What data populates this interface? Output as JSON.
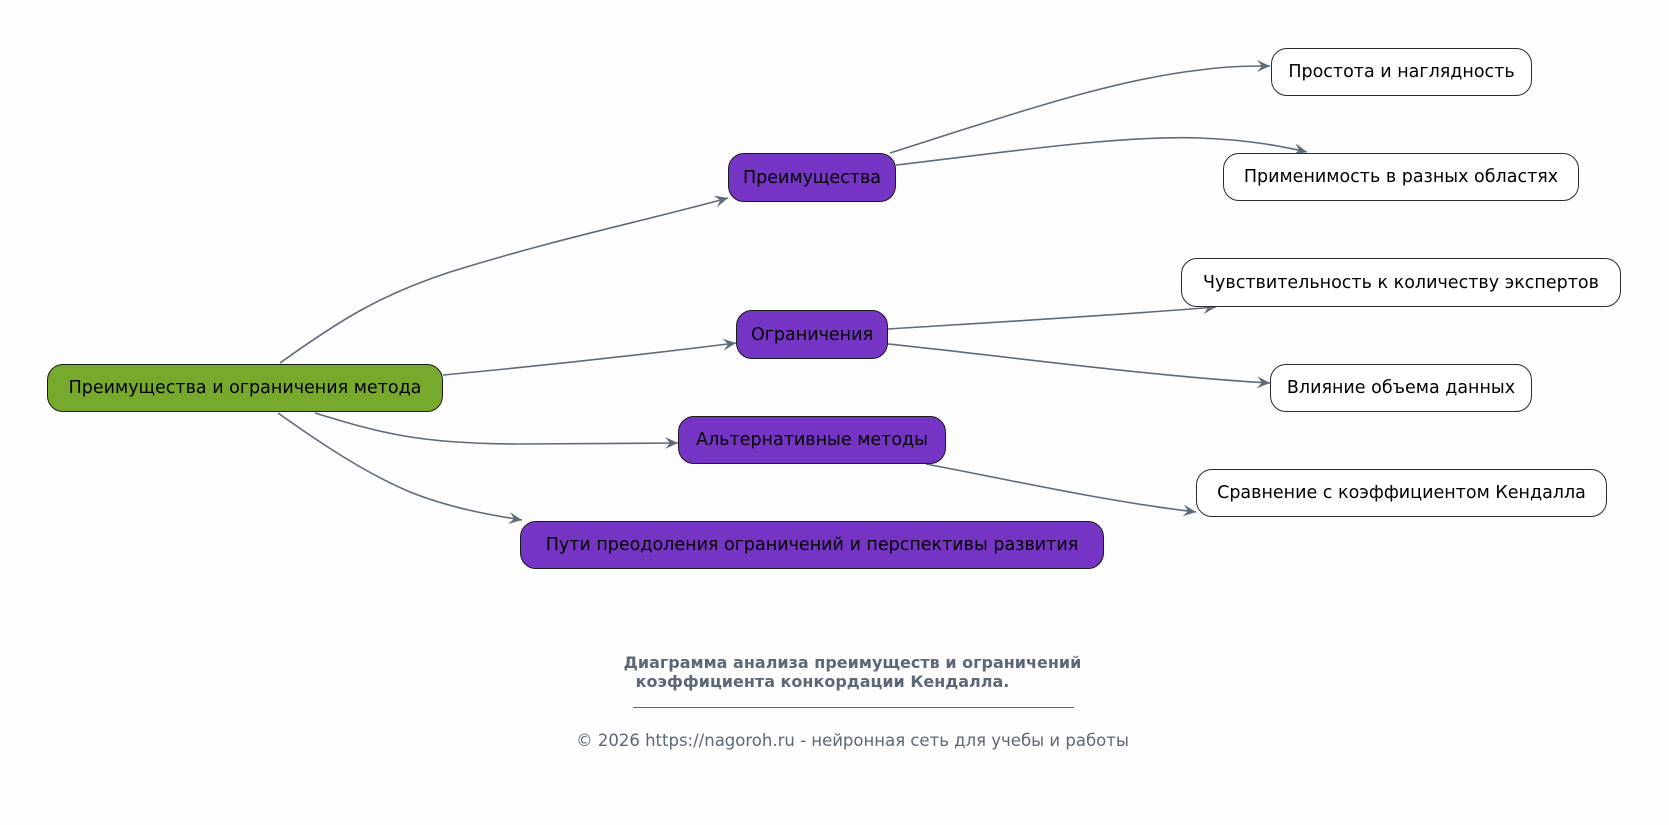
{
  "diagram": {
    "colors": {
      "root": "#77a92d",
      "branch": "#7634c4",
      "leaf": "#ffffff",
      "edge": "#5e6b7a",
      "footer_text": "#5b6878"
    },
    "root": {
      "label": "Преимущества и ограничения метода"
    },
    "branches": [
      {
        "label": "Преимущества",
        "children": [
          "Простота и наглядность",
          "Применимость в разных областях"
        ]
      },
      {
        "label": "Ограничения",
        "children": [
          "Чувствительность к количеству экспертов",
          "Влияние объема данных"
        ]
      },
      {
        "label": "Альтернативные методы",
        "children": [
          "Сравнение с коэффициентом Кендалла"
        ]
      },
      {
        "label": "Пути преодоления ограничений и перспективы развития",
        "children": []
      }
    ]
  },
  "footer": {
    "title_line1": "Диаграмма анализа преимуществ и ограничений",
    "title_line2": "коэффициента конкордации Кендалла.",
    "copyright": "© 2026 https://nagoroh.ru - нейронная сеть для учебы и работы"
  }
}
